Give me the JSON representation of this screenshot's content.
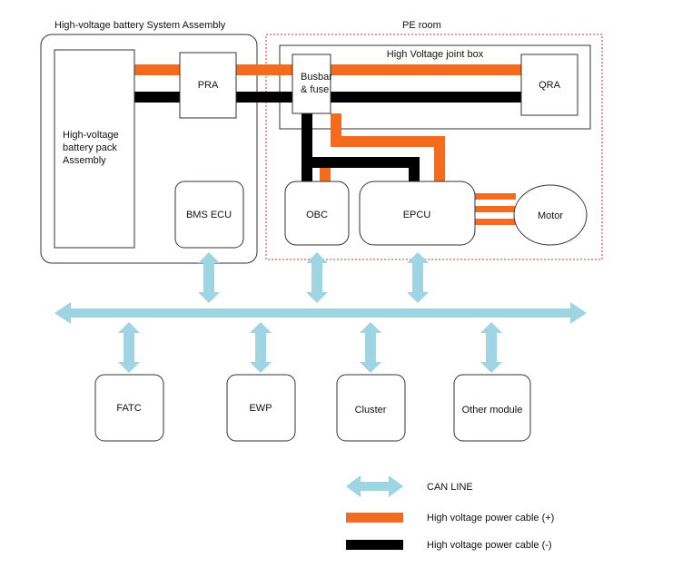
{
  "labels": {
    "battery_assembly": "High-voltage battery System Assembly",
    "pe_room": "PE room",
    "joint_box": "High Voltage joint box",
    "battery_pack": [
      "High-voltage",
      "battery pack",
      "Assembly"
    ],
    "pra": "PRA",
    "busbar": [
      "Busbar",
      "& fuse"
    ],
    "qra": "QRA",
    "bms_ecu": "BMS ECU",
    "obc": "OBC",
    "epcu": "EPCU",
    "motor": "Motor",
    "fatc": "FATC",
    "ewp": "EWP",
    "cluster": "Cluster",
    "other_module": "Other module"
  },
  "legend": {
    "can_line": "CAN LINE",
    "hv_plus": "High voltage power cable (+)",
    "hv_minus": "High voltage power cable (-)"
  },
  "colors": {
    "can_line": "#9fd4e3",
    "hv_plus": "#f26b1f",
    "hv_minus": "#000000",
    "pe_room_border": "#e0302c"
  }
}
